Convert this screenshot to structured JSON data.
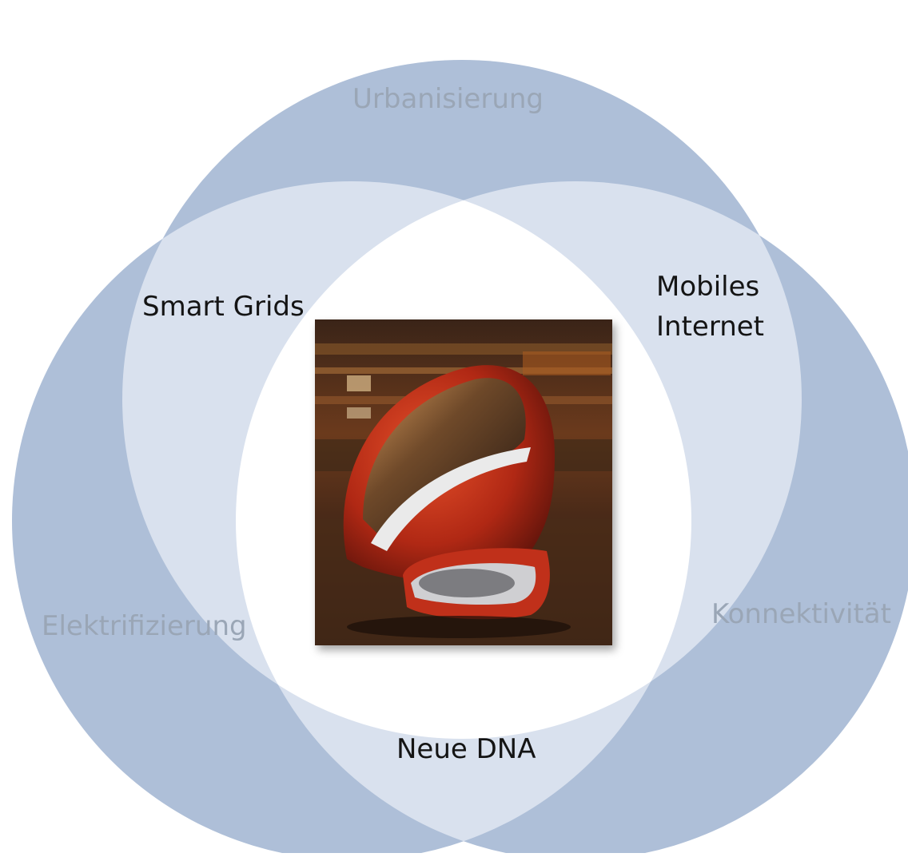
{
  "diagram": {
    "circles": [
      {
        "id": "top",
        "label": "Urbanisierung"
      },
      {
        "id": "left",
        "label": "Elektrifizierung"
      },
      {
        "id": "right",
        "label": "Konnektivität"
      }
    ],
    "intersections": {
      "top_left": "Smart Grids",
      "top_right_line1": "Mobiles",
      "top_right_line2": "Internet",
      "left_right": "Neue DNA"
    },
    "center_image": "concept-vehicle-photo",
    "colors": {
      "circle_fill": "#aebfd8",
      "overlap_two": "#d9e1ee",
      "overlap_three": "#ffffff",
      "outer_label": "#9aa6b6",
      "inner_label": "#141414"
    }
  }
}
